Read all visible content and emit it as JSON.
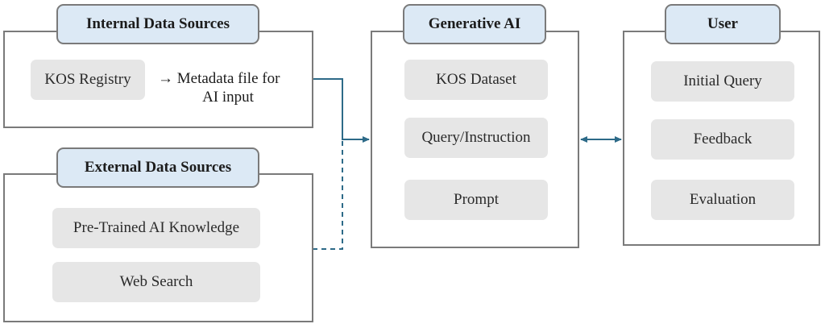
{
  "colors": {
    "tab_fill": "#dce9f5",
    "item_fill": "#e6e6e6",
    "border": "#7a7a7a",
    "connector": "#2d6a88"
  },
  "internal": {
    "title": "Internal Data Sources",
    "registry": "KOS Registry",
    "arrow_glyph": "→",
    "note_line1": "Metadata file for",
    "note_line2": "AI input"
  },
  "external": {
    "title": "External Data Sources",
    "items": [
      "Pre-Trained AI Knowledge",
      "Web Search"
    ]
  },
  "genai": {
    "title": "Generative AI",
    "items": [
      "KOS Dataset",
      "Query/Instruction",
      "Prompt"
    ]
  },
  "user": {
    "title": "User",
    "items": [
      "Initial Query",
      "Feedback",
      "Evaluation"
    ]
  },
  "connectors": [
    {
      "from": "internal-data-sources",
      "to": "generative-ai",
      "style": "solid",
      "arrow": "end"
    },
    {
      "from": "external-data-sources",
      "to": "generative-ai",
      "style": "dashed",
      "arrow": "none"
    },
    {
      "from": "generative-ai",
      "to": "user",
      "style": "solid",
      "arrow": "both"
    }
  ]
}
